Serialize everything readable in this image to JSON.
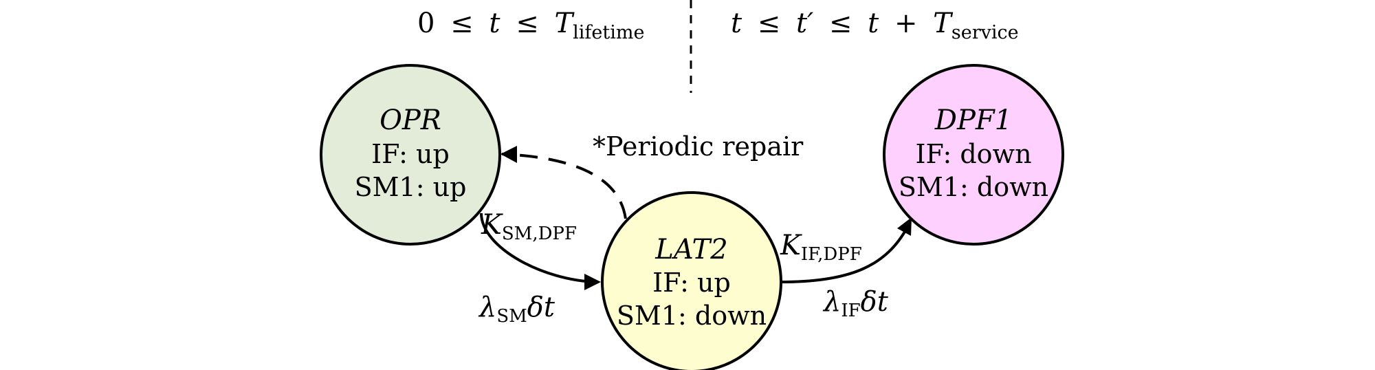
{
  "header": {
    "left_interval": {
      "lower": "0",
      "leq1": "≤",
      "var": "t",
      "leq2": "≤",
      "bound": "T",
      "bound_sub": "lifetime"
    },
    "right_interval": {
      "lower": "t",
      "leq1": "≤",
      "var": "t′",
      "leq2": "≤",
      "base": "t",
      "plus": "+",
      "bound": "T",
      "bound_sub": "service"
    }
  },
  "nodes": {
    "opr": {
      "name": "OPR",
      "if_state": "IF: up",
      "sm_state": "SM1: up",
      "color": "#e2ecd9"
    },
    "lat2": {
      "name": "LAT2",
      "if_state": "IF: up",
      "sm_state": "SM1: down",
      "color": "#fdfdcf"
    },
    "dpf1": {
      "name": "DPF1",
      "if_state": "IF: down",
      "sm_state": "SM1: down",
      "color": "#fdd0fd"
    }
  },
  "edges": {
    "periodic_repair": {
      "label": "*Periodic repair"
    },
    "opr_to_lat2": {
      "k_symbol": "K",
      "k_sub": "SM,DPF",
      "rate_symbol": "λ",
      "rate_sub": "SM",
      "rate_tail": "δt"
    },
    "lat2_to_dpf1": {
      "k_symbol": "K",
      "k_sub": "IF,DPF",
      "rate_symbol": "λ",
      "rate_sub": "IF",
      "rate_tail": "δt"
    }
  }
}
